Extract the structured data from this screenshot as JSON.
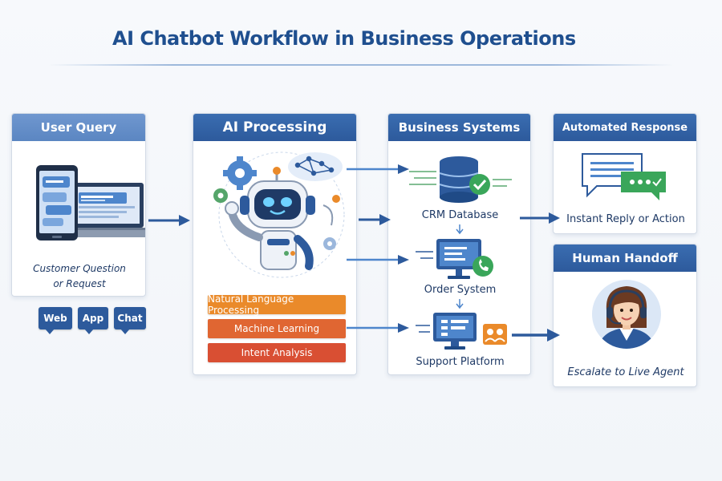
{
  "title": "AI Chatbot Workflow in Business Operations",
  "user_query": {
    "header": "User Query",
    "caption_line1": "Customer Question",
    "caption_line2": "or Request",
    "channels": [
      "Web",
      "App",
      "Chat"
    ]
  },
  "ai_processing": {
    "header": "AI Processing",
    "steps": [
      "Natural Language Processing",
      "Machine Learning",
      "Intent Analysis"
    ],
    "step_colors": [
      "#ea8a2a",
      "#e06632",
      "#d94f33"
    ]
  },
  "business_systems": {
    "header": "Business Systems",
    "systems": [
      "CRM Database",
      "Order System",
      "Support Platform"
    ]
  },
  "automated_response": {
    "header": "Automated Response",
    "caption": "Instant Reply or Action"
  },
  "human_handoff": {
    "header": "Human Handoff",
    "caption": "Escalate to Live Agent"
  },
  "colors": {
    "primary": "#2d5a9c",
    "light_header": "#5b86c2",
    "accent_green": "#3aa65a",
    "arrow": "#2d5a9c"
  }
}
